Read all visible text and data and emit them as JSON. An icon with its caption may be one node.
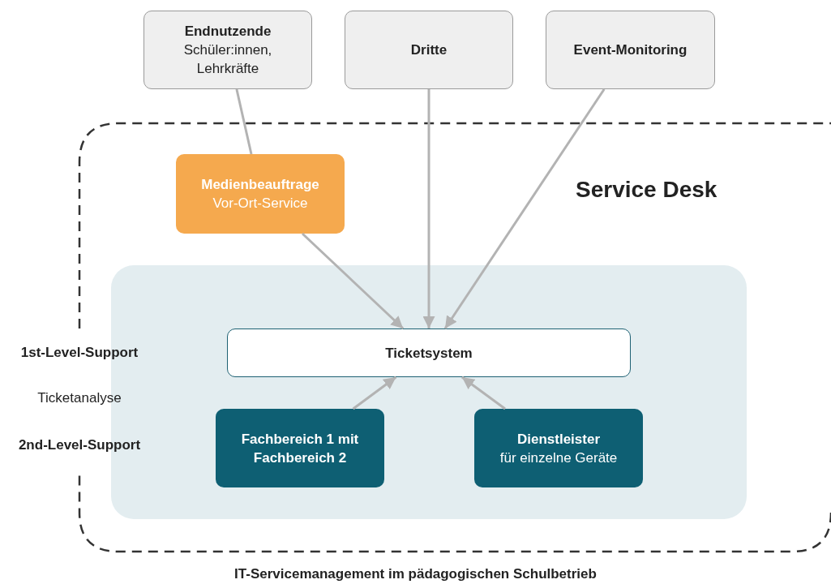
{
  "diagram": {
    "caption": "IT-Servicemanagement im pädagogischen Schulbetrieb",
    "nodes": [
      {
        "text": [
          "Endnutzende",
          "Schüler:innen, Lehrkräfte"
        ]
      },
      {
        "text": [
          "Dritte"
        ]
      },
      {
        "text": [
          "Event-Monitoring"
        ]
      },
      {
        "text": [
          "Service Desk"
        ]
      },
      {
        "text": [
          "Medienbeauftrage",
          "Vor-Ort-Service"
        ],
        "in": 3
      },
      {
        "text": [],
        "shape": "box",
        "in": 3
      },
      {
        "text": [
          "Ticketsystem"
        ],
        "in": 5
      },
      {
        "text": [
          "Fachbereich 1 mit Fachbereich 2"
        ],
        "in": 5
      },
      {
        "text": [
          "Dienstleister",
          "für einzelne Geräte"
        ],
        "in": 5
      }
    ],
    "edges": [
      {
        "from": 0,
        "to": 4,
        "arrow": "none"
      },
      {
        "from": 4,
        "to": 6,
        "arrow": "to"
      },
      {
        "from": 1,
        "to": 6,
        "arrow": "to"
      },
      {
        "from": 2,
        "to": 6,
        "arrow": "to"
      },
      {
        "from": 7,
        "to": 6,
        "arrow": "to"
      },
      {
        "from": 8,
        "to": 6,
        "arrow": "to"
      }
    ],
    "labels": [
      "1st-Level-Support",
      "Ticketanalyse",
      "2nd-Level-Support"
    ]
  }
}
